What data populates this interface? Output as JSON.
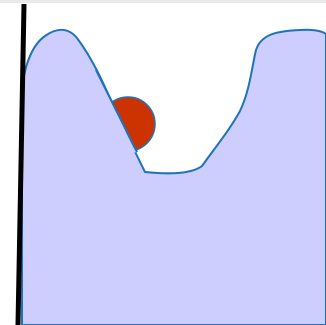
{
  "scene": {
    "name": "physics-hill-and-ball",
    "colors": {
      "background": "#ffffff",
      "top_border": "#e9e9e9",
      "terrain_fill": "#cdcdfe",
      "terrain_outline": "#1f73b7",
      "ball_fill": "#cc3300",
      "ball_outline": "#1f73b7",
      "wall": "#000000"
    },
    "elements": [
      "top-border",
      "terrain-hill",
      "ball",
      "left-wall"
    ]
  }
}
